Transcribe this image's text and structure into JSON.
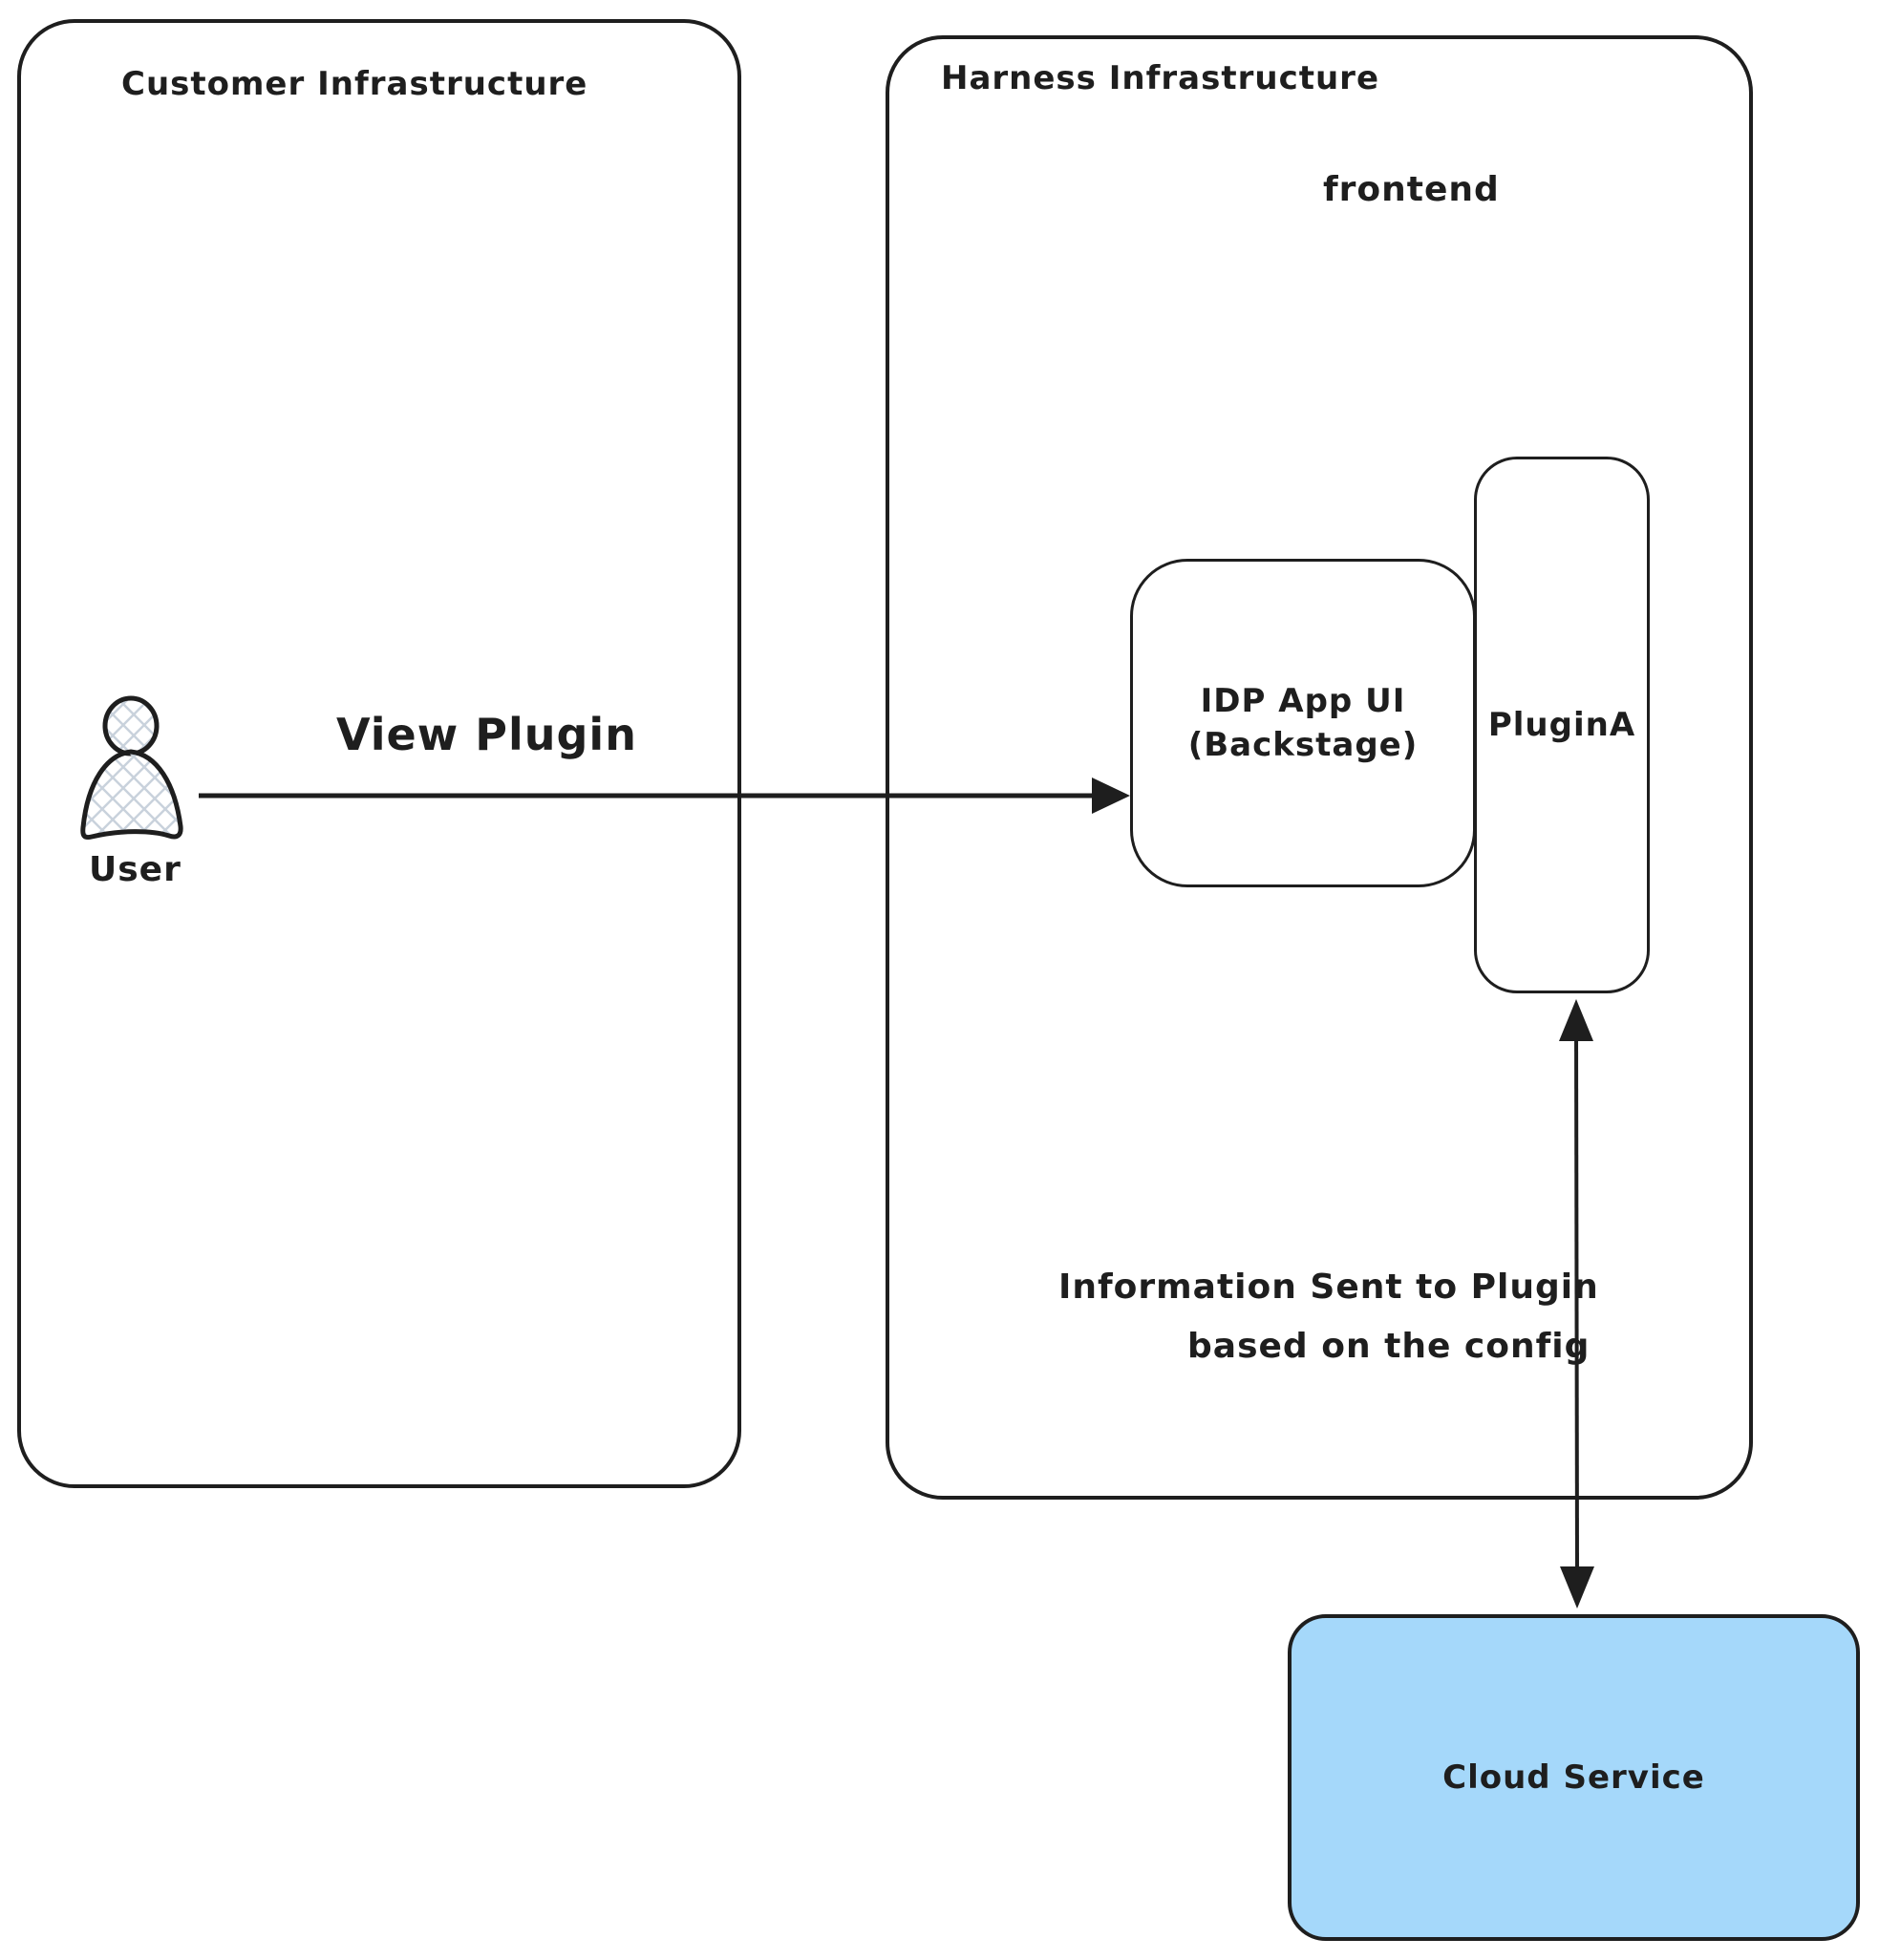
{
  "diagram": {
    "customer": {
      "title": "Customer Infrastructure",
      "user_label": "User"
    },
    "harness": {
      "title": "Harness Infrastructure",
      "frontend_label": "frontend"
    },
    "nodes": {
      "idp": {
        "line1": "IDP App UI",
        "line2": "(Backstage)"
      },
      "plugin": {
        "label": "PluginA"
      },
      "cloud": {
        "label": "Cloud Service"
      }
    },
    "edges": {
      "view_plugin": {
        "label": "View Plugin"
      },
      "info": {
        "line1": "Information Sent to Plugin",
        "line2": "based on the config"
      }
    },
    "colors": {
      "stroke": "#1e1e1e",
      "cloud_fill": "#a5d8fa",
      "hatch": "#c9d2dc"
    }
  }
}
